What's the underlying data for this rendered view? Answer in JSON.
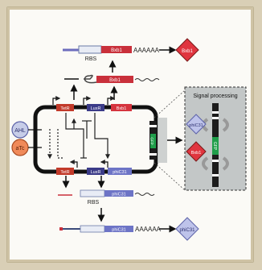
{
  "labels": {
    "rbs_top": "RBS",
    "rbs_bottom": "RBS",
    "signal_processing": "Signal processing",
    "inducer_ahl": "AHL",
    "inducer_atc": "aTc",
    "protein_top": "Bxb1",
    "protein_bottom": "phiC31",
    "signal_protein_1": "phiC31",
    "signal_protein_2": "Bxb1",
    "gene_pos1": "TetR",
    "gene_pos2": "LuxR",
    "gene_pos3": "Bxb1",
    "gene_neg1": "TetR",
    "gene_neg2": "LuxR",
    "gene_neg3": "phiC31",
    "gene_top_transcript": "Bxb1",
    "gene_top_loop_transcript": "Bxb1",
    "gene_bottom_transcript": "phiC31",
    "gene_bottom_final_transcript": "phiC31",
    "reporter": "GFP",
    "polyA": "AAAAAA"
  },
  "colors": {
    "bxb1": "#e0353f",
    "phic31": "#6d74c6",
    "tetr": "#c23a2a",
    "luxr": "#3b3b88",
    "reporter": "#1f9e4a",
    "panel": "#c3c7c7"
  }
}
